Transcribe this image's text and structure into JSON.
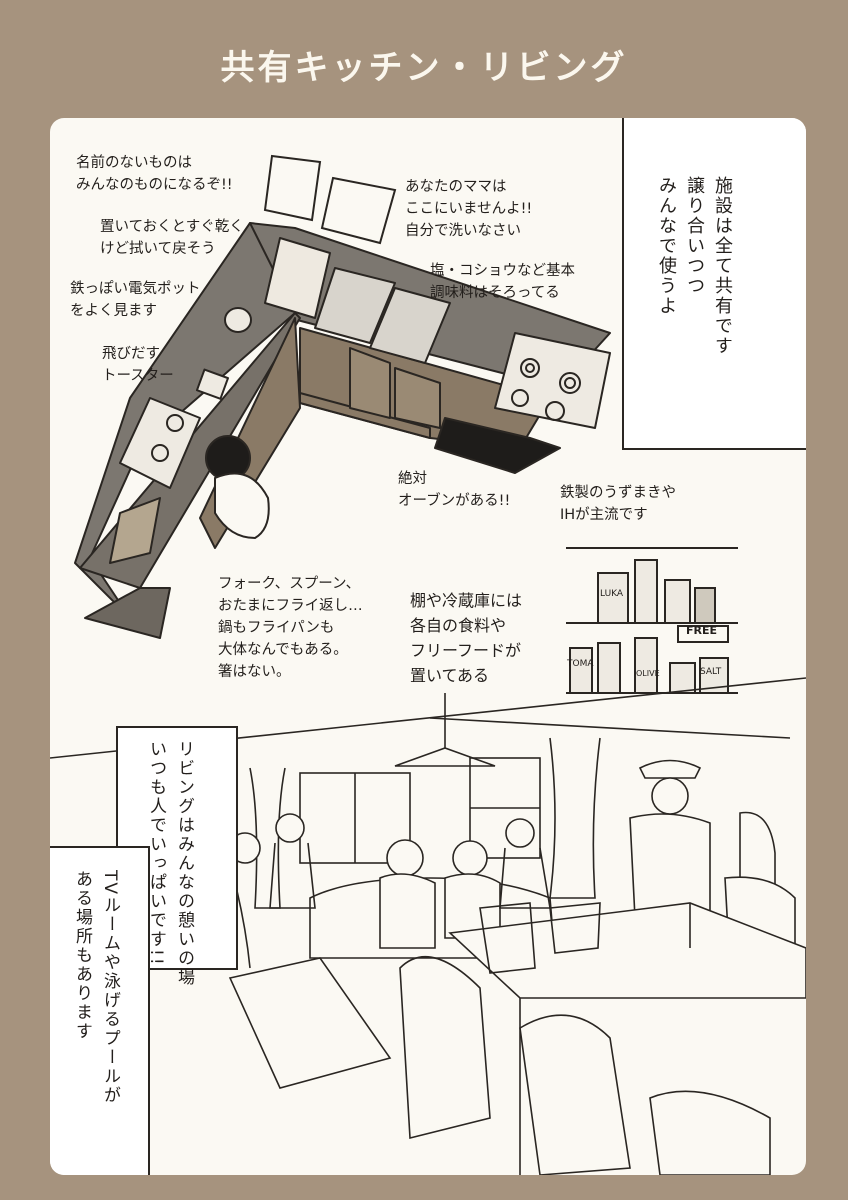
{
  "title": "共有キッチン・リビング",
  "annotations": {
    "names": "名前のないものは\nみんなのものになるぞ!!",
    "mama": "あなたのママは\nここにいませんよ!!\n自分で洗いなさい",
    "dry": "置いておくとすぐ乾く\nけど拭いて戻そう",
    "pot": "鉄っぽい電気ポット\nをよく見ます",
    "toaster": "飛びだす\nトースター",
    "salt": "塩・コショウなど基本\n調味料はそろってる",
    "oven": "絶対\nオーブンがある!!",
    "ih": "鉄製のうずまきや\nIHが主流です",
    "utensils": "フォーク、スプーン、\nおたまにフライ返し…\n鍋もフライパンも\n大体なんでもある。\n箸はない。",
    "shelf": "棚や冷蔵庫には\n各自の食料や\nフリーフードが\n置いてある"
  },
  "caption_top": "施設は全て共有です\n譲り合いつつ\nみんなで使うよ",
  "caption_living": "リビングはみんなの憩いの場\nいつも人でいっぱいです!!",
  "caption_tv": "TVルームや泳げるプールが\nある場所もあります",
  "signs": {
    "free": "FREE",
    "salt": "SALT",
    "tomato": "TOMA",
    "olive": "OLIVE",
    "luka": "LUKA"
  }
}
